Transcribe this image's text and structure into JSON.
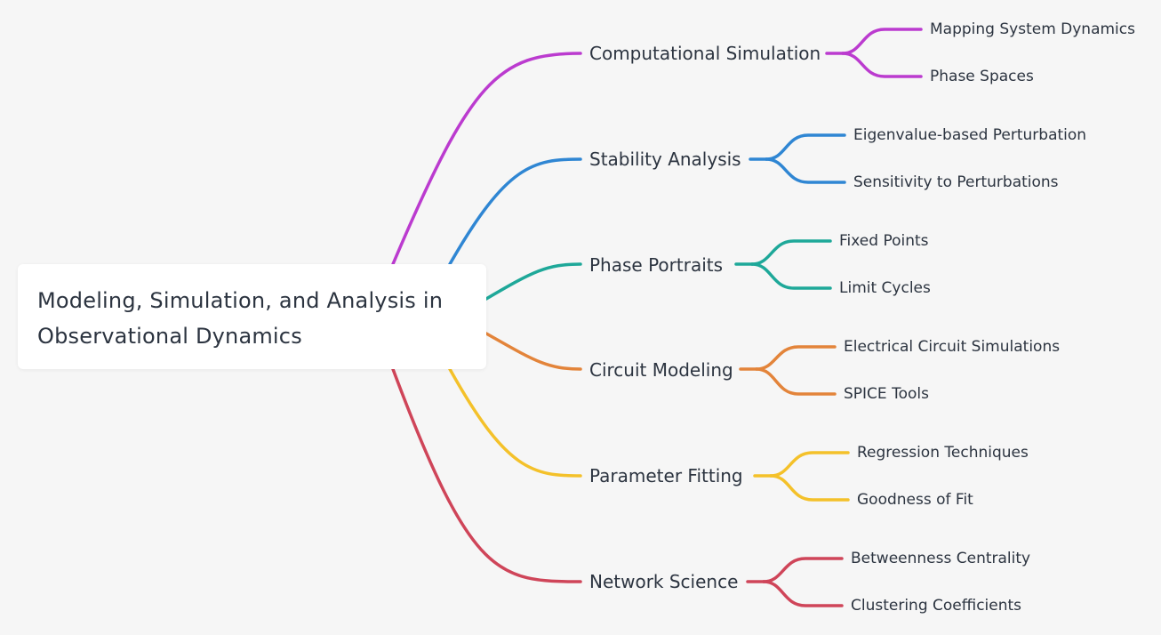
{
  "root": {
    "line1": "Modeling, Simulation, and Analysis in",
    "line2": "Observational Dynamics"
  },
  "branches": [
    {
      "label": "Computational Simulation",
      "color": "#bb3bcf",
      "children": [
        "Mapping System Dynamics",
        "Phase Spaces"
      ]
    },
    {
      "label": "Stability Analysis",
      "color": "#2f86d3",
      "children": [
        "Eigenvalue-based Perturbation",
        "Sensitivity to Perturbations"
      ]
    },
    {
      "label": "Phase Portraits",
      "color": "#1ea899",
      "children": [
        "Fixed Points",
        "Limit Cycles"
      ]
    },
    {
      "label": "Circuit Modeling",
      "color": "#e3843a",
      "children": [
        "Electrical Circuit Simulations",
        "SPICE Tools"
      ]
    },
    {
      "label": "Parameter Fitting",
      "color": "#f4c12a",
      "children": [
        "Regression Techniques",
        "Goodness of Fit"
      ]
    },
    {
      "label": "Network Science",
      "color": "#cf4559",
      "children": [
        "Betweenness Centrality",
        "Clustering Coefficients"
      ]
    }
  ]
}
